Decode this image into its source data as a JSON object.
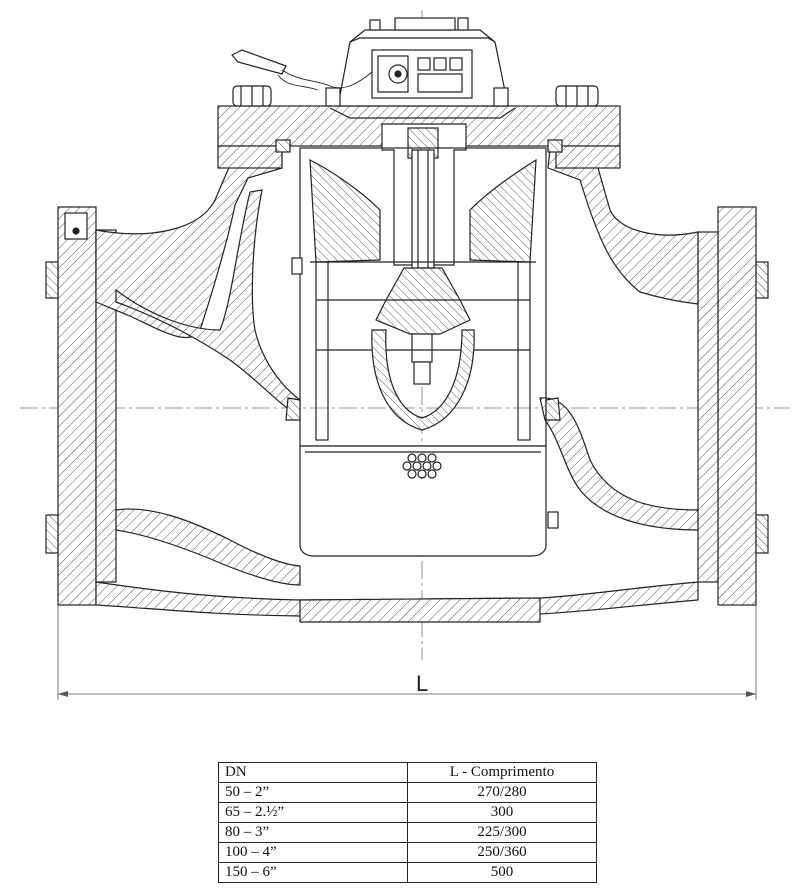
{
  "drawing": {
    "dimension_label": "L"
  },
  "table": {
    "headers": [
      "DN",
      "L - Comprimento"
    ],
    "rows": [
      [
        "50 – 2”",
        "270/280"
      ],
      [
        "65 – 2.½”",
        "300"
      ],
      [
        "80 – 3”",
        "225/300"
      ],
      [
        "100 – 4”",
        "250/360"
      ],
      [
        "150 – 6”",
        "500"
      ]
    ]
  }
}
